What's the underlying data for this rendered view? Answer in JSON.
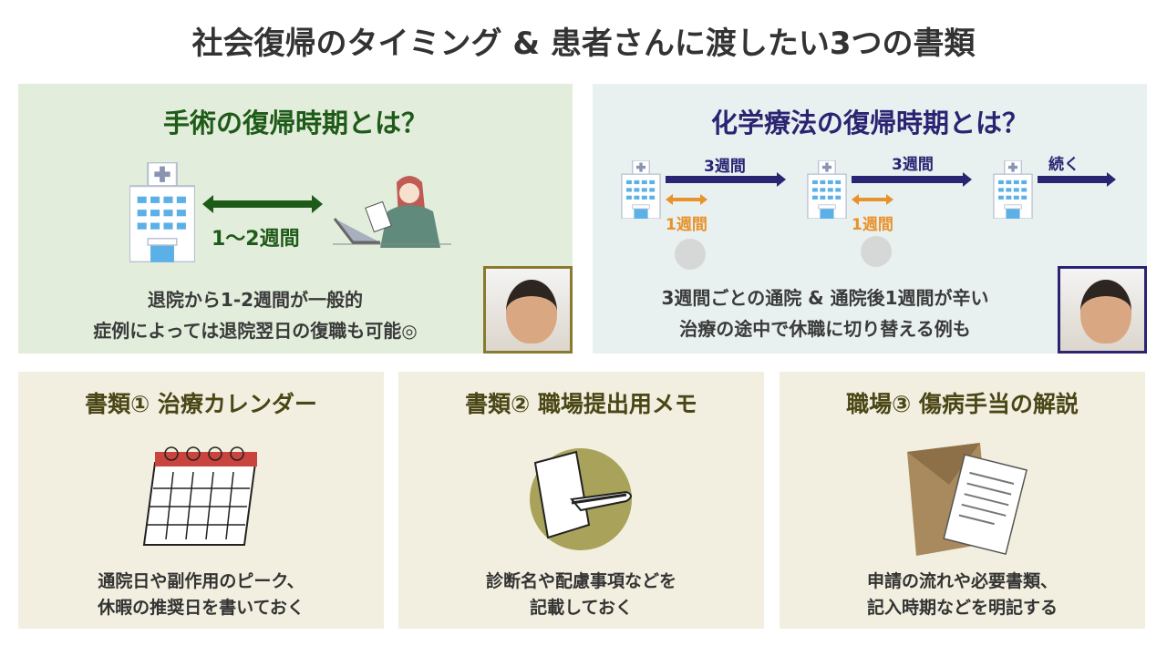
{
  "title": "社会復帰のタイミング & 患者さんに渡したい3つの書類",
  "surgery": {
    "title": "手術の復帰時期とは？",
    "interval": "1〜2週間",
    "lines": [
      "退院から1-2週間が一般的",
      "症例によっては退院翌日の復職も可能◎"
    ]
  },
  "chemo": {
    "title": "化学療法の復帰時期とは？",
    "cycle_label_1": "3週間",
    "cycle_label_2": "3週間",
    "continue_label": "続く",
    "hard_label_1": "1週間",
    "hard_label_2": "1週間",
    "lines": [
      "3週間ごとの通院 & 通院後1週間が辛い",
      "治療の途中で休職に切り替える例も"
    ]
  },
  "cards": [
    {
      "title": "書類① 治療カレンダー",
      "lines": [
        "通院日や副作用のピーク、",
        "休暇の推奨日を書いておく"
      ],
      "icon": "calendar-icon"
    },
    {
      "title": "書類② 職場提出用メモ",
      "lines": [
        "診断名や配慮事項などを",
        "記載しておく"
      ],
      "icon": "memo-writing-icon"
    },
    {
      "title": "職場③ 傷病手当の解説",
      "lines": [
        "申請の流れや必要書類、",
        "記入時期などを明記する"
      ],
      "icon": "envelope-document-icon"
    }
  ],
  "colors": {
    "surgery": "#1f5b18",
    "chemo": "#2a2472",
    "orange": "#e8922a",
    "card_title": "#4a4616"
  }
}
